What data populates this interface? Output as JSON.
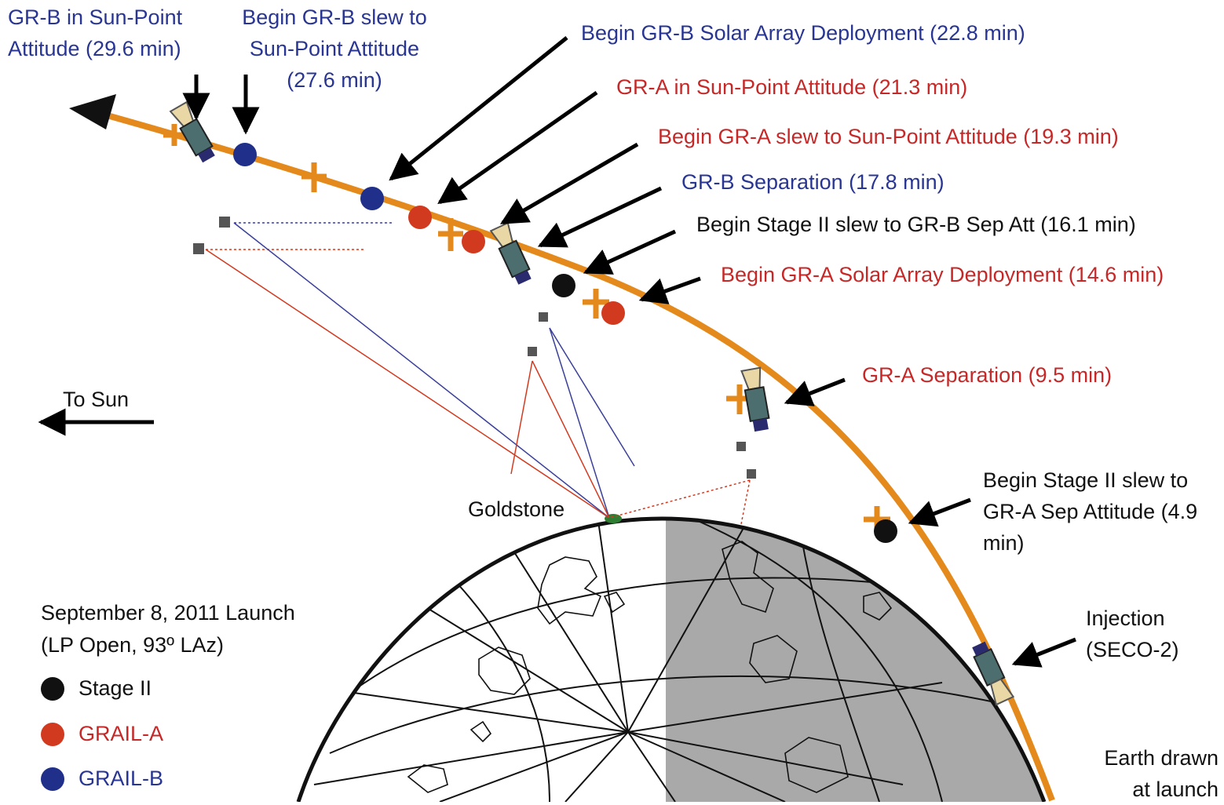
{
  "colors": {
    "trajectory": "#e48a1c",
    "stage2": "#111111",
    "grail_a": "#d23a1f",
    "grail_b": "#1f2f8a",
    "label_blue": "#283593",
    "label_red": "#c62828",
    "night_side": "#a9a9a9"
  },
  "events": {
    "grb_sun_point": "GR-B in Sun-Point Attitude (29.6 min)",
    "grb_slew": "Begin GR-B slew to Sun-Point Attitude (27.6 min)",
    "grb_solar": "Begin GR-B Solar Array Deployment (22.8 min)",
    "gra_sun_point": "GR-A in Sun-Point Attitude (21.3 min)",
    "gra_slew": "Begin GR-A slew to Sun-Point Attitude (19.3 min)",
    "grb_sep": "GR-B Separation (17.8 min)",
    "stage2_slew_b": "Begin Stage II slew to GR-B Sep Att (16.1 min)",
    "gra_solar": "Begin GR-A Solar Array Deployment (14.6 min)",
    "gra_sep": "GR-A Separation (9.5 min)",
    "stage2_slew_a": "Begin Stage II slew to GR-A Sep Attitude (4.9 min)",
    "injection": "Injection (SECO-2)"
  },
  "labels": {
    "to_sun": "To Sun",
    "goldstone": "Goldstone",
    "earth_note": "Earth drawn at launch"
  },
  "launch": {
    "date": "September 8, 2011 Launch",
    "details": "(LP Open, 93º LAz)"
  },
  "legend": [
    {
      "label": "Stage II",
      "color": "#111111"
    },
    {
      "label": "GRAIL-A",
      "color": "#d23a1f"
    },
    {
      "label": "GRAIL-B",
      "color": "#1f2f8a"
    }
  ]
}
